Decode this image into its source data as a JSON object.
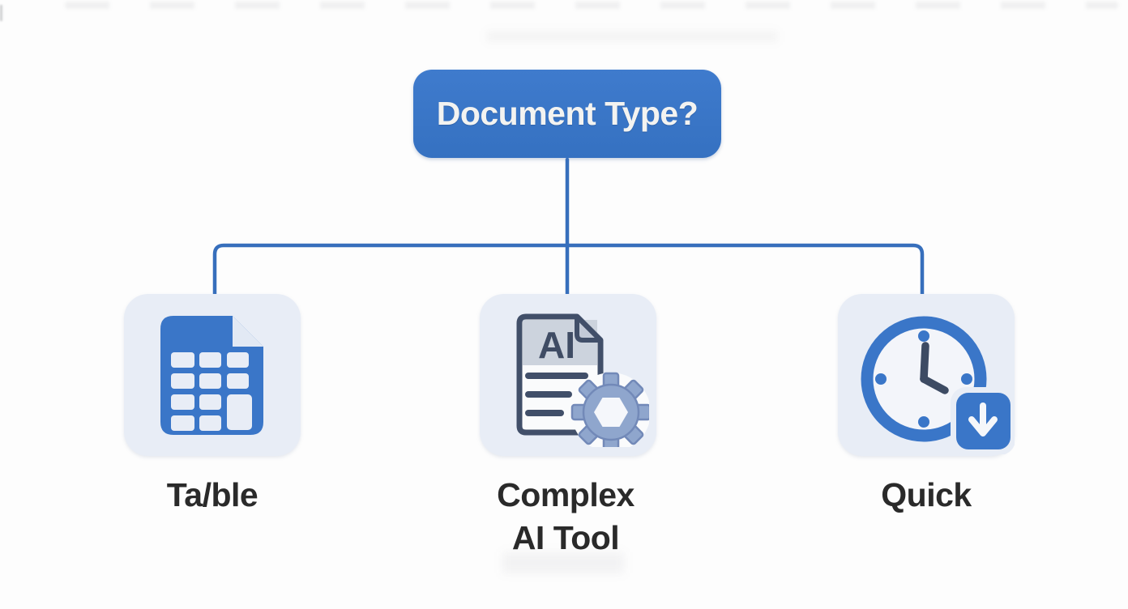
{
  "diagram": {
    "decision": {
      "label": "Document Type?"
    },
    "colors": {
      "decision_bg": "#3a76c7",
      "decision_text": "#f3f3f1",
      "connector": "#376fbc",
      "card_bg": "#e8edf6",
      "label_text": "#2a2a2a",
      "accent_blue": "#3a76c8",
      "icon_slate": "#414f69",
      "gear_blue": "#8fa6cd"
    },
    "nodes": [
      {
        "id": "table",
        "icon": "table-document-icon",
        "lines": [
          "Ta/ble"
        ]
      },
      {
        "id": "complex",
        "icon": "ai-document-gear-icon",
        "lines": [
          "Complex",
          "AI Tool"
        ],
        "doc_badge": "AI"
      },
      {
        "id": "quick",
        "icon": "clock-download-icon",
        "lines": [
          "Quick"
        ]
      }
    ]
  }
}
